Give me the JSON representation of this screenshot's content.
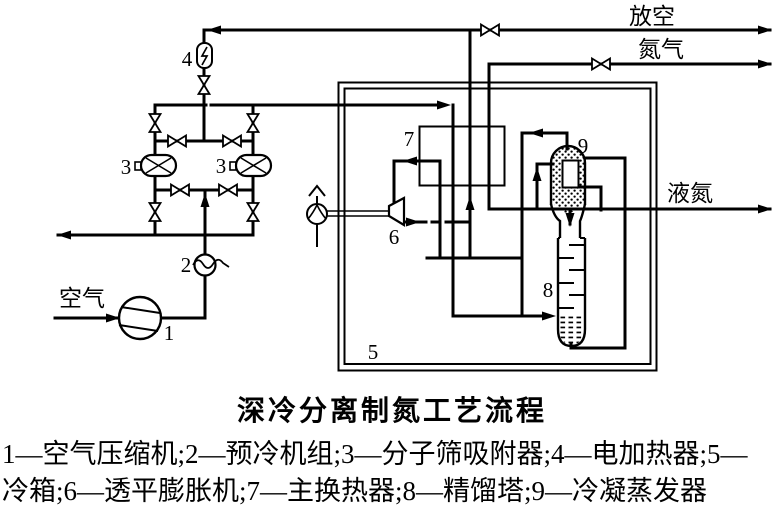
{
  "figure": {
    "caption": "深冷分离制氮工艺流程",
    "legend": {
      "line1": "1—空气压缩机;2—预冷机组;3—分子筛吸附器;4—电加热器;5—",
      "line2": "冷箱;6—透平膨胀机;7—主换热器;8—精馏塔;9—冷凝蒸发器"
    },
    "stream_labels": {
      "vent": "放空",
      "nitrogen_gas": "氮气",
      "liquid_nitrogen": "液氮",
      "air": "空气"
    },
    "equipment_labels": {
      "air_compressor": "1",
      "precooler_unit": "2",
      "adsorber_left": "3",
      "adsorber_right": "3",
      "electric_heater": "4",
      "cold_box": "5",
      "turbo_expander": "6",
      "main_heat_exchanger": "7",
      "distillation_column": "8",
      "condenser_evaporator": "9"
    },
    "colors": {
      "line": "#000000",
      "background": "#ffffff"
    }
  }
}
